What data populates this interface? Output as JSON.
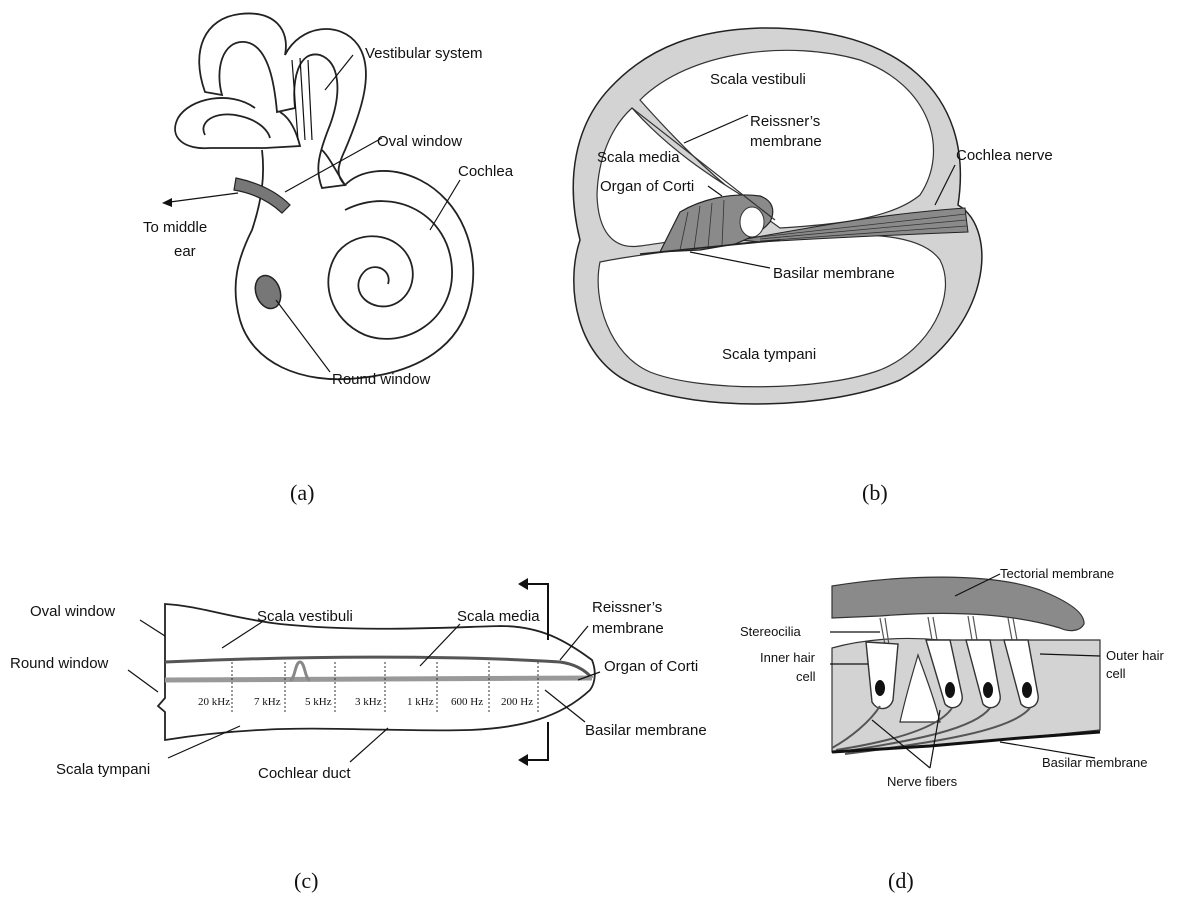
{
  "panel_a": {
    "caption": "(a)",
    "vestibular_system": "Vestibular system",
    "oval_window": "Oval window",
    "cochlea": "Cochlea",
    "to_middle_ear_1": "To middle",
    "to_middle_ear_2": "ear",
    "round_window": "Round window"
  },
  "panel_b": {
    "caption": "(b)",
    "scala_vestibuli": "Scala vestibuli",
    "reissner_1": "Reissner’s",
    "reissner_2": "membrane",
    "scala_media": "Scala media",
    "cochlea_nerve": "Cochlea nerve",
    "organ_of_corti": "Organ of Corti",
    "basilar_membrane": "Basilar membrane",
    "scala_tympani": "Scala tympani"
  },
  "panel_c": {
    "caption": "(c)",
    "oval_window": "Oval window",
    "round_window": "Round window",
    "scala_vestibuli": "Scala vestibuli",
    "scala_media": "Scala media",
    "reissner_1": "Reissner’s",
    "reissner_2": "membrane",
    "organ_of_corti": "Organ of Corti",
    "basilar_membrane": "Basilar membrane",
    "scala_tympani": "Scala tympani",
    "cochlear_duct": "Cochlear duct",
    "frequencies": [
      "20 kHz",
      "7 kHz",
      "5 kHz",
      "3 kHz",
      "1 kHz",
      "600 Hz",
      "200 Hz"
    ]
  },
  "panel_d": {
    "caption": "(d)",
    "tectorial_membrane": "Tectorial membrane",
    "stereocilia": "Stereocilia",
    "inner_hair_1": "Inner hair",
    "inner_hair_2": "cell",
    "outer_hair_1": "Outer hair",
    "outer_hair_2": "cell",
    "nerve_fibers": "Nerve fibers",
    "basilar_membrane": "Basilar membrane"
  },
  "colors": {
    "tissue_gray": "#d3d3d3",
    "dark_gray": "#777777",
    "line": "#111111"
  }
}
